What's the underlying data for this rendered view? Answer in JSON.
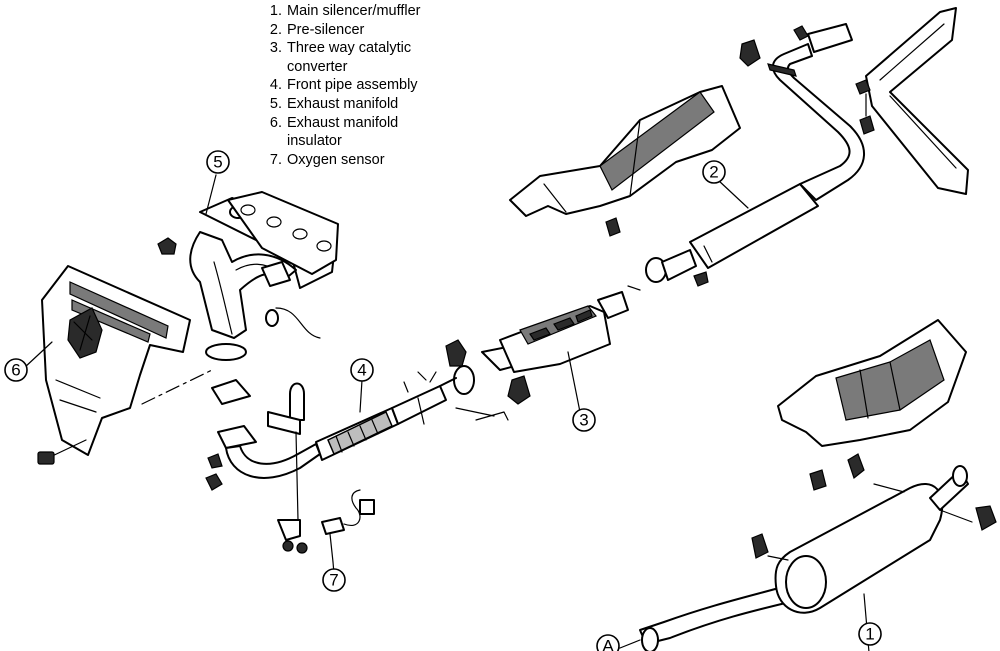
{
  "legend": [
    {
      "num": "1.",
      "text": "Main silencer/muffler"
    },
    {
      "num": "2.",
      "text": "Pre-silencer"
    },
    {
      "num": "3.",
      "text": "Three way catalytic converter"
    },
    {
      "num": "4.",
      "text": "Front pipe assembly"
    },
    {
      "num": "5.",
      "text": "Exhaust manifold"
    },
    {
      "num": "6.",
      "text": "Exhaust manifold insulator"
    },
    {
      "num": "7.",
      "text": "Oxygen sensor"
    }
  ],
  "callouts": {
    "c1": "1",
    "c2": "2",
    "c3": "3",
    "c4": "4",
    "c5": "5",
    "c6": "6",
    "c7": "7",
    "cA": "A"
  }
}
